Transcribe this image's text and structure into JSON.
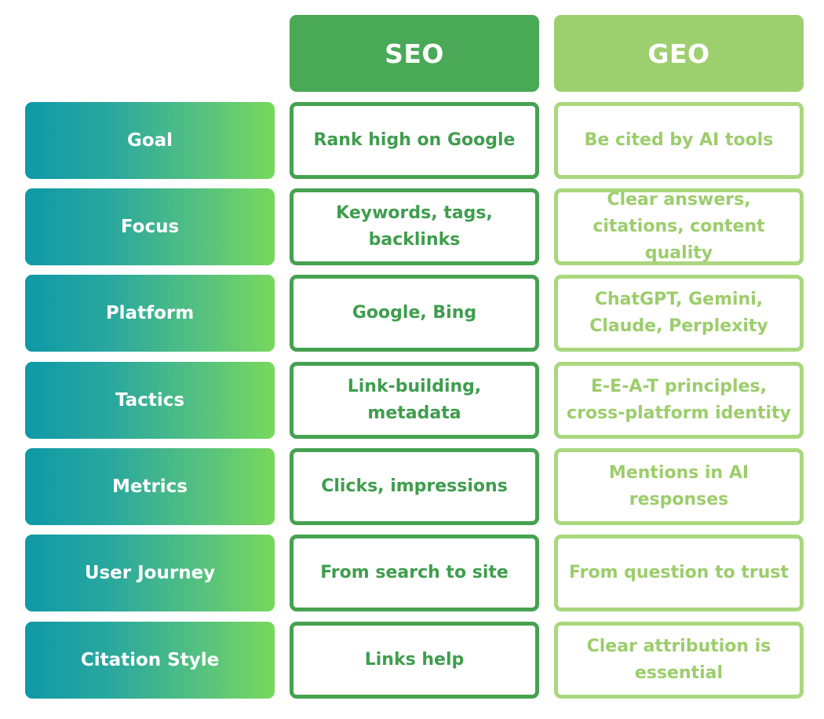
{
  "headers": {
    "seo": "SEO",
    "geo": "GEO"
  },
  "colors": {
    "seo_header": "#4aa956",
    "geo_header": "#9ecf6f",
    "seo_text": "#3f9d4d",
    "geo_text": "#9ccd6b",
    "label_gradient_start": "#0e99a7",
    "label_gradient_end": "#78d85c"
  },
  "rows": [
    {
      "label": "Goal",
      "seo": "Rank high on Google",
      "geo": "Be cited by AI tools"
    },
    {
      "label": "Focus",
      "seo": "Keywords, tags, backlinks",
      "geo": "Clear answers, citations, content quality"
    },
    {
      "label": "Platform",
      "seo": "Google, Bing",
      "geo": "ChatGPT, Gemini, Claude, Perplexity"
    },
    {
      "label": "Tactics",
      "seo": "Link-building, metadata",
      "geo": "E-E-A-T principles, cross-platform identity"
    },
    {
      "label": "Metrics",
      "seo": "Clicks, impressions",
      "geo": "Mentions in AI responses"
    },
    {
      "label": "User Journey",
      "seo": "From search to site",
      "geo": "From question to trust"
    },
    {
      "label": "Citation Style",
      "seo": "Links help",
      "geo": "Clear attribution is essential"
    }
  ]
}
